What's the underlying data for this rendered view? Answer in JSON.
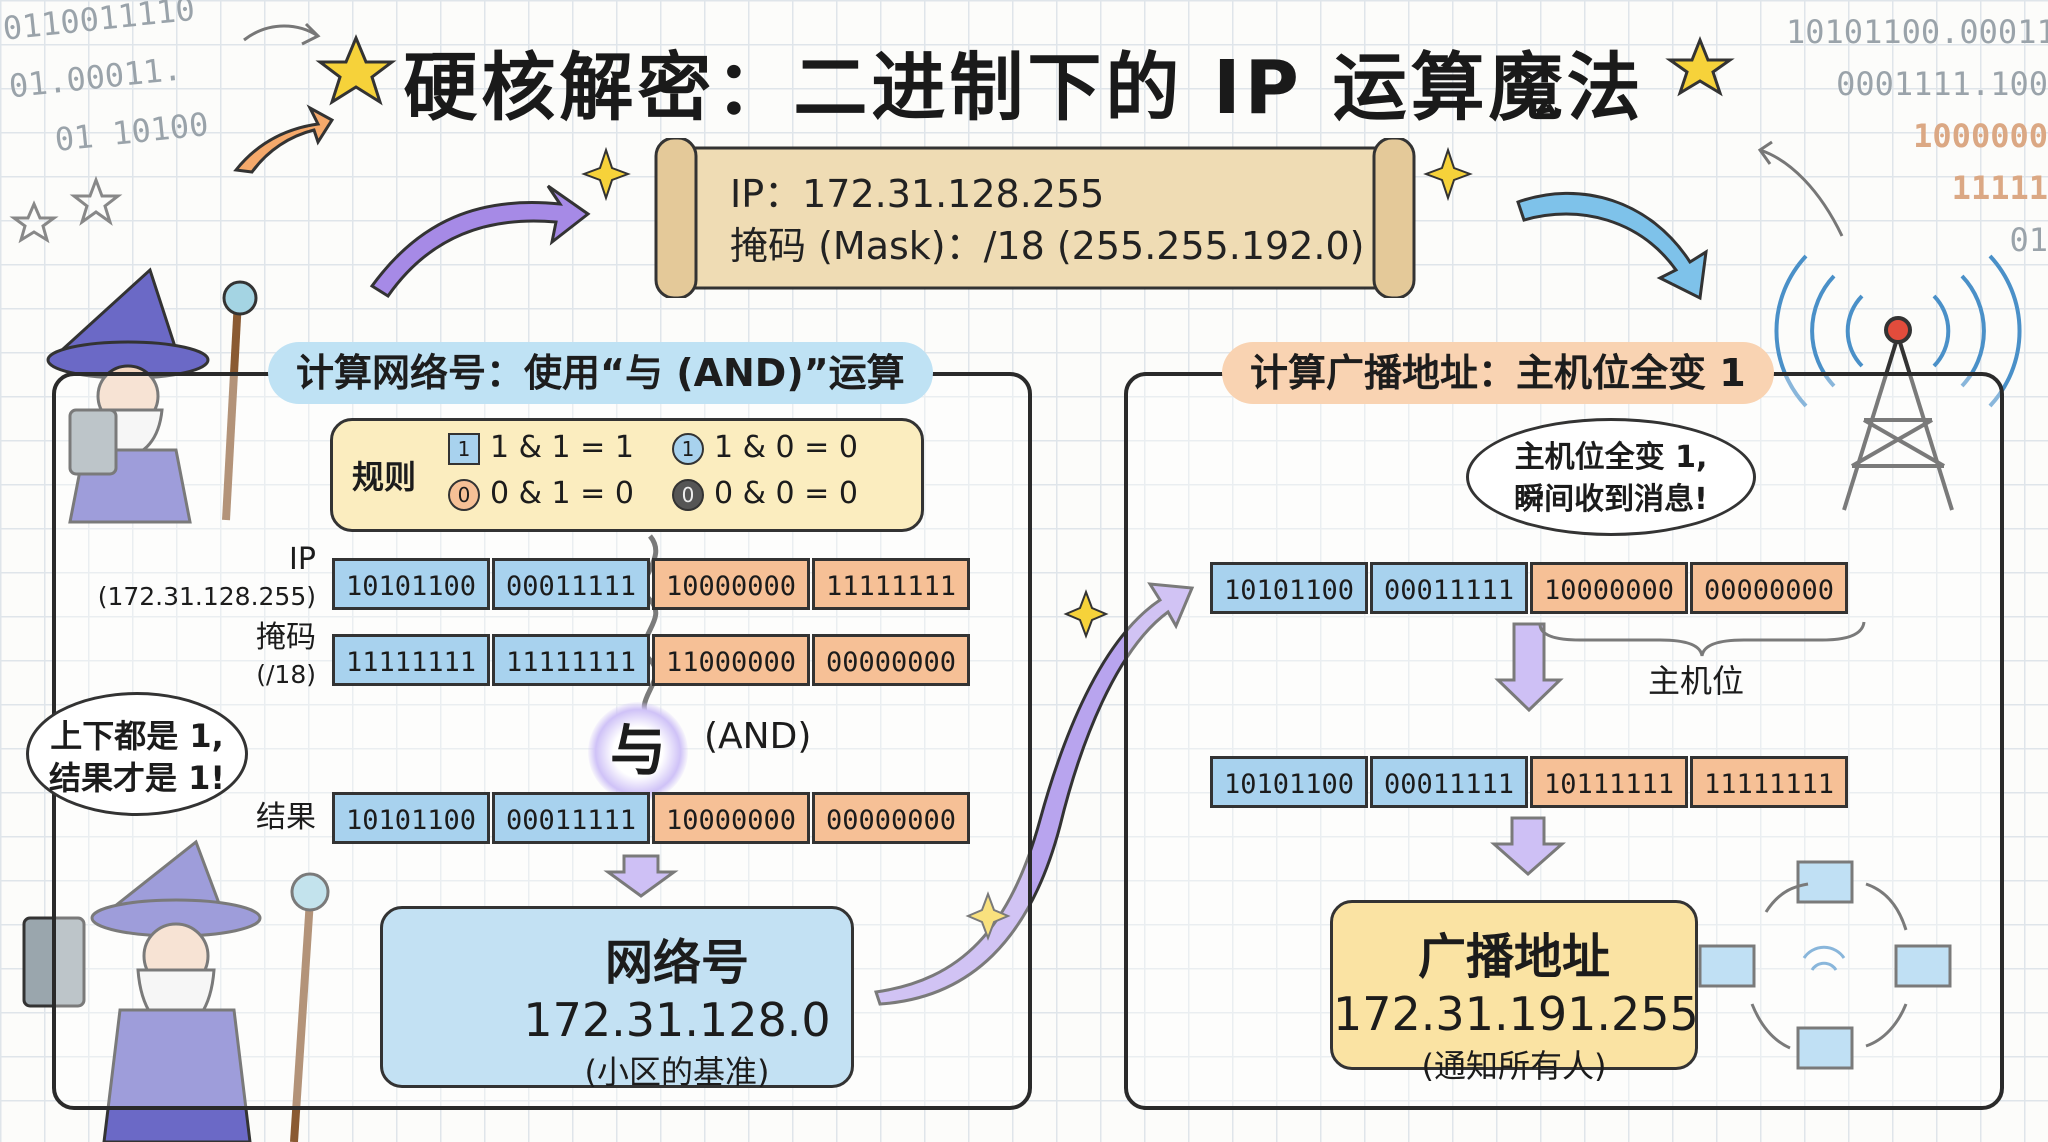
{
  "title": "硬核解密：二进制下的 IP 运算魔法",
  "scroll": {
    "ip_line": "IP：172.31.128.255",
    "mask_line": "掩码 (Mask)：/18 (255.255.192.0)"
  },
  "deco_binary_left": [
    "0110011110",
    "01.00011.",
    "01 10100"
  ],
  "deco_binary_right": [
    "10101100.00011",
    "0001111.100",
    "1000000",
    "11111",
    "01"
  ],
  "left_panel": {
    "header": "计算网络号：使用“与 (AND)”运算",
    "rules_label": "规则",
    "rules": [
      {
        "chip": "1",
        "text": "1 & 1 = 1"
      },
      {
        "chip": "1",
        "text": "1 & 0 = 0"
      },
      {
        "chip": "0",
        "text": "0 & 1 = 0"
      },
      {
        "chip": "0",
        "text": "0 & 0 = 0"
      }
    ],
    "ip_label": "IP",
    "ip_sub": "(172.31.128.255)",
    "mask_label": "掩码",
    "mask_sub": "(/18)",
    "ip_bits": [
      "10101100",
      "00011111",
      "10000000",
      "11111111"
    ],
    "mask_bits": [
      "11111111",
      "11111111",
      "11000000",
      "00000000"
    ],
    "and_symbol": "与",
    "and_text": "(AND)",
    "result_label": "结果",
    "result_bits": [
      "10101100",
      "00011111",
      "10000000",
      "00000000"
    ],
    "network_title": "网络号",
    "network_value": "172.31.128.0",
    "network_note": "(小区的基准)",
    "bubble_line1": "上下都是 1,",
    "bubble_line2": "结果才是 1!"
  },
  "right_panel": {
    "header": "计算广播地址：主机位全变 1",
    "bubble_line1": "主机位全变 1,",
    "bubble_line2": "瞬间收到消息!",
    "bits_before": [
      "10101100",
      "00011111",
      "10000000",
      "00000000"
    ],
    "host_label": "主机位",
    "bits_after": [
      "10101100",
      "00011111",
      "10111111",
      "11111111"
    ],
    "broadcast_title": "广播地址",
    "broadcast_value": "172.31.191.255",
    "broadcast_note": "(通知所有人)"
  },
  "colors": {
    "network": "#a8d2ee",
    "host": "#f6c096",
    "left_header": "#bfe2f4",
    "right_header": "#f9d3b2",
    "result_box": "#fae3a3",
    "network_box": "#c3e1f3",
    "arrow_purple": "#9a7fe0"
  }
}
